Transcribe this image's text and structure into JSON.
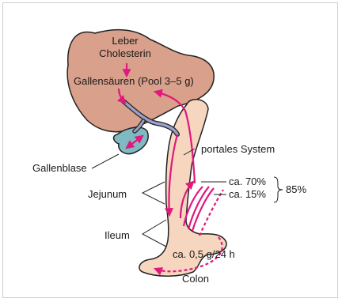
{
  "labels": {
    "leber": "Leber",
    "cholesterin": "Cholesterin",
    "gallensaeuren": "Gallensäuren (Pool 3–5 g)",
    "portales_system": "portales System",
    "gallenblase": "Gallenblase",
    "jejunum": "Jejunum",
    "ileum": "Ileum",
    "pct_70": "ca. 70%",
    "pct_15": "ca. 15%",
    "pct_85": "85%",
    "fecal_loss": "ca. 0,5 g/24 h",
    "colon": "Colon"
  },
  "colors": {
    "liver": "#d9a08b",
    "gallbladder": "#7fb9c2",
    "intestine": "#f6d6bf",
    "bile_duct": "#9aa0c8",
    "arrows": "#e0197d",
    "outline": "#222222"
  }
}
